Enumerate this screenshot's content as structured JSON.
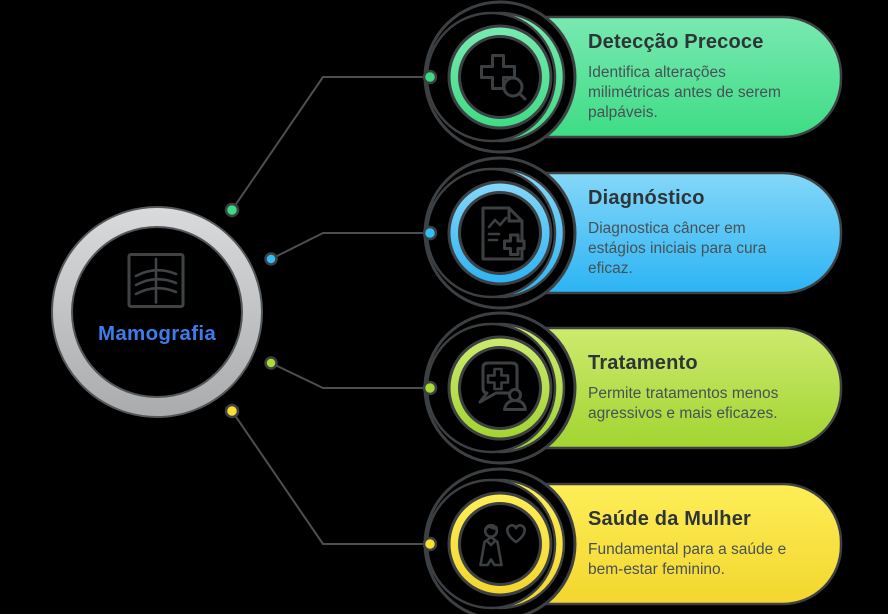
{
  "background_color": "#000000",
  "outline_color": "#3d4043",
  "connector_color": "#4c4f52",
  "center": {
    "label": "Mamografia",
    "label_color": "#3e7ce8",
    "icon": "mammogram-icon",
    "ring_color_top": "#dadbdc",
    "ring_color_bottom": "#a9abad"
  },
  "branches": [
    {
      "id": "deteccao-precoce",
      "title": "Detecção Precoce",
      "description": "Identifica alterações milimétricas antes de serem palpáveis.",
      "icon": "cross-magnifier-icon",
      "color_top": "#79e9b1",
      "color_bottom": "#3edc85",
      "dot_color": "#3ddc84"
    },
    {
      "id": "diagnostico",
      "title": "Diagnóstico",
      "description": "Diagnostica câncer em estágios iniciais para cura eficaz.",
      "icon": "medical-report-icon",
      "color_top": "#84d7f8",
      "color_bottom": "#2cb4f4",
      "dot_color": "#37bdf6"
    },
    {
      "id": "tratamento",
      "title": "Tratamento",
      "description": "Permite tratamentos menos agressivos e mais eficazes.",
      "icon": "doctor-chat-icon",
      "color_top": "#cdea6e",
      "color_bottom": "#a2d431",
      "dot_color": "#abdb35"
    },
    {
      "id": "saude-da-mulher",
      "title": "Saúde da Mulher",
      "description": "Fundamental para a saúde e bem-estar feminino.",
      "icon": "woman-heart-icon",
      "color_top": "#fdee57",
      "color_bottom": "#f3d62e",
      "dot_color": "#f7df33"
    }
  ]
}
